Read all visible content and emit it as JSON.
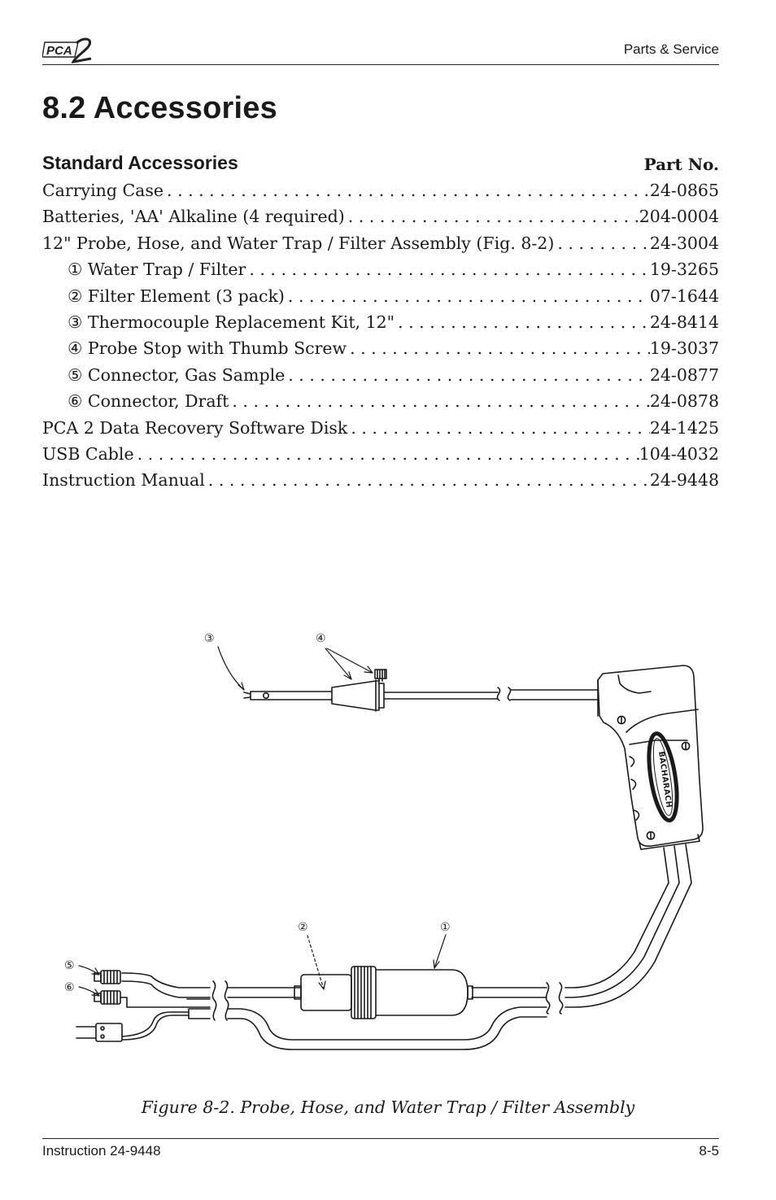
{
  "header": {
    "logo_text": "PCA2",
    "section": "Parts & Service"
  },
  "title": "8.2  Accessories",
  "section_head": {
    "title": "Standard Accessories",
    "part_no_label": "Part No."
  },
  "parts": [
    {
      "name": "Carrying Case",
      "part_no": "24-0865"
    },
    {
      "name": "Batteries, 'AA' Alkaline (4 required)",
      "part_no": "204-0004"
    },
    {
      "name": "12\" Probe, Hose, and Water Trap / Filter Assembly (Fig. 8-2)",
      "part_no": "24-3004"
    },
    {
      "name": "① Water Trap / Filter",
      "part_no": "19-3265"
    },
    {
      "name": "② Filter Element (3 pack)",
      "part_no": "07-1644"
    },
    {
      "name": "③ Thermocouple Replacement Kit, 12\"",
      "part_no": "24-8414"
    },
    {
      "name": "④ Probe Stop with Thumb Screw",
      "part_no": "19-3037"
    },
    {
      "name": "⑤ Connector, Gas Sample",
      "part_no": "24-0877"
    },
    {
      "name": "⑥ Connector, Draft",
      "part_no": "24-0878"
    },
    {
      "name": "PCA 2 Data Recovery Software Disk",
      "part_no": "24-1425"
    },
    {
      "name": "USB Cable",
      "part_no": "104-4032"
    },
    {
      "name": "Instruction Manual",
      "part_no": "24-9448"
    }
  ],
  "figure": {
    "callouts": [
      "①",
      "②",
      "③",
      "④",
      "⑤",
      "⑥"
    ],
    "handle_brand": "BACHARACH",
    "caption": "Figure 8-2.  Probe, Hose, and Water Trap / Filter Assembly"
  },
  "footer": {
    "left": "Instruction 24-9448",
    "right": "8-5"
  }
}
